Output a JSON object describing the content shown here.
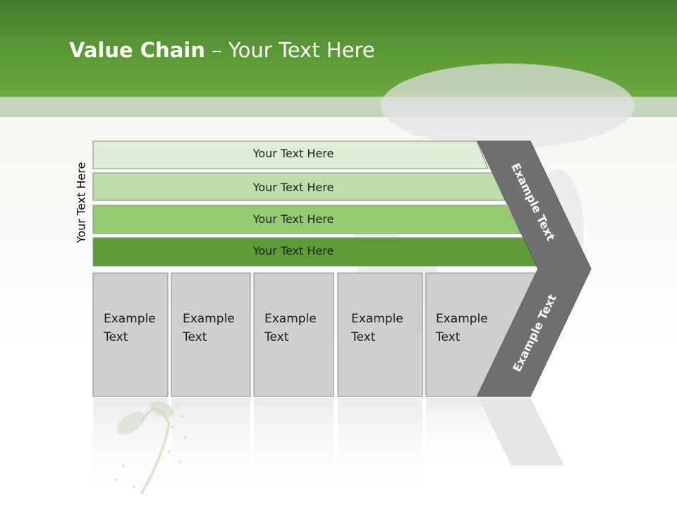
{
  "slide": {
    "title_bold": "Value Chain",
    "title_rest": " – Your Text Here",
    "side_label": "Your Text Here"
  },
  "bars": [
    {
      "label": "Your Text Here",
      "color": "#deeed3"
    },
    {
      "label": "Your Text Here",
      "color": "#bcdeaa"
    },
    {
      "label": "Your Text Here",
      "color": "#93cb72"
    },
    {
      "label": "Your Text Here",
      "color": "#5c9b35"
    }
  ],
  "cells": [
    {
      "line1": "Example",
      "line2": "Text"
    },
    {
      "line1": "Example",
      "line2": "Text"
    },
    {
      "line1": "Example",
      "line2": "Text"
    },
    {
      "line1": "Example",
      "line2": "Text"
    },
    {
      "line1": "Example",
      "line2": "Text"
    }
  ],
  "chevron": {
    "top_label": "Example Text",
    "bottom_label": "Example Text"
  },
  "colors": {
    "header": "#5a9a36",
    "band": "#c3d8bb",
    "cell_fill": "#cfcfcf",
    "chevron_fill": "#707070"
  }
}
